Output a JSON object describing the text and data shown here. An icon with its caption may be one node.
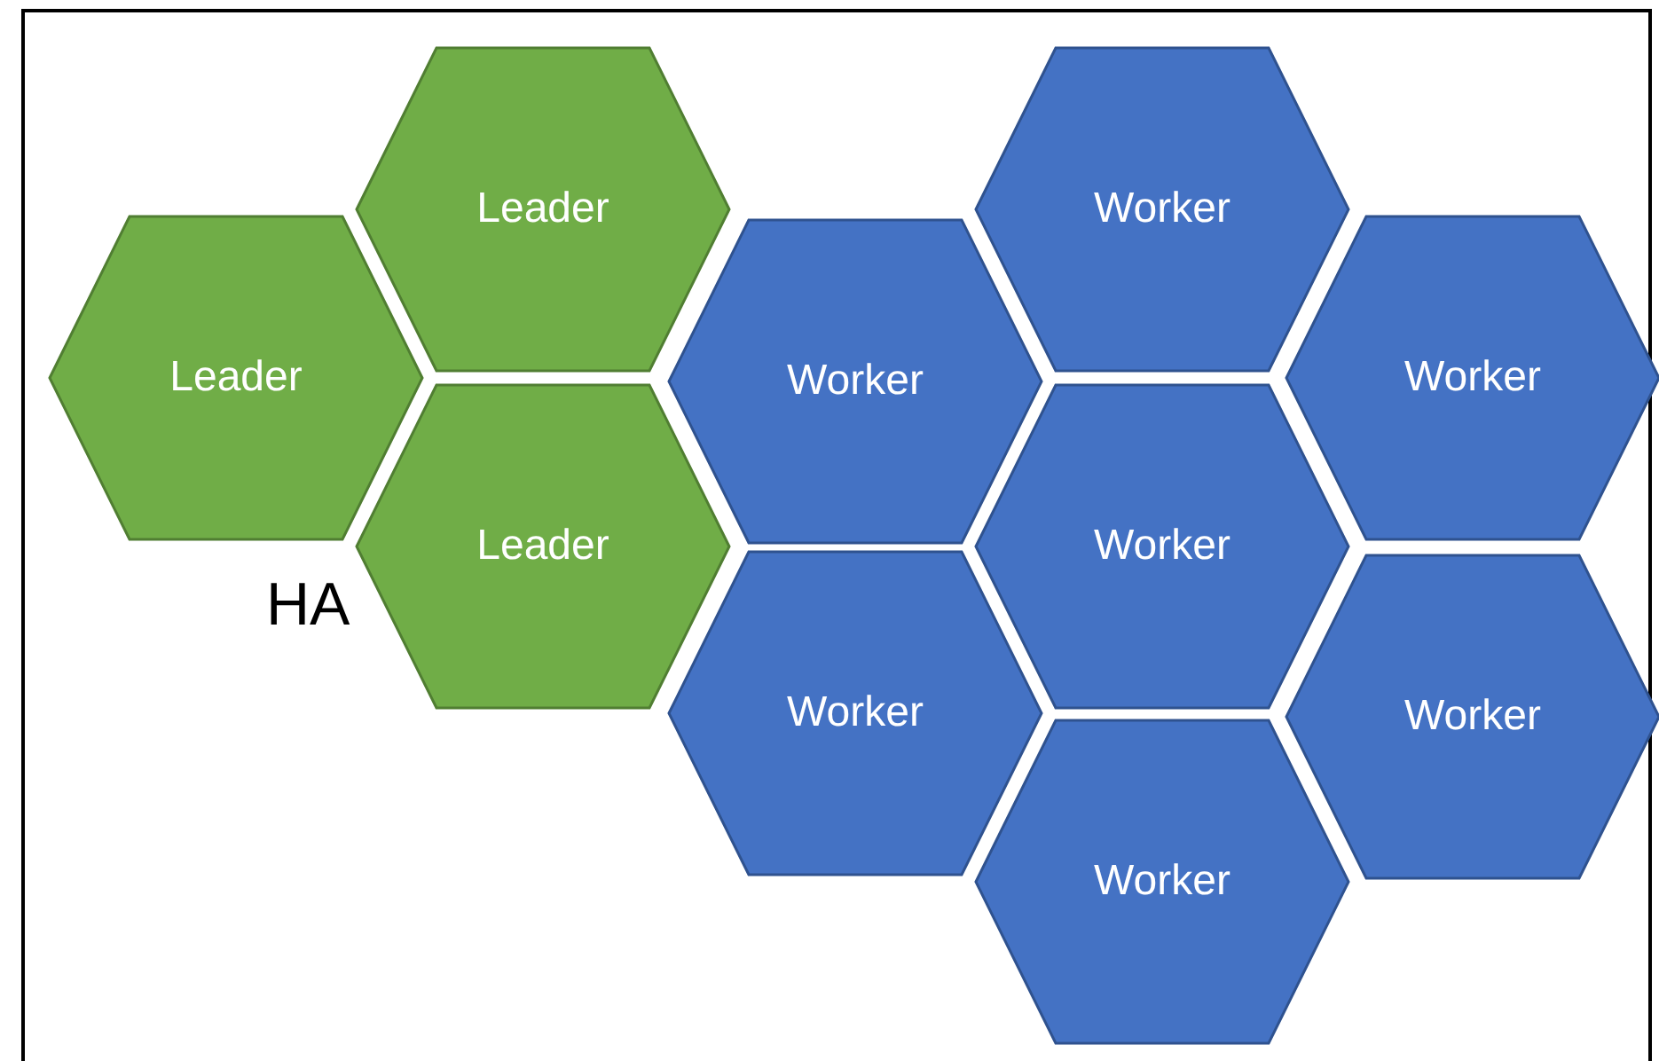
{
  "diagram": {
    "nodes": [
      {
        "text": [
          "Leader"
        ]
      },
      {
        "text": [
          "Leader"
        ]
      },
      {
        "text": [
          "Leader"
        ]
      },
      {
        "text": [
          "Worker"
        ]
      },
      {
        "text": [
          "Worker"
        ]
      },
      {
        "text": [
          "Worker"
        ]
      },
      {
        "text": [
          "Worker"
        ]
      },
      {
        "text": [
          "Worker"
        ]
      },
      {
        "text": [
          "Worker"
        ]
      },
      {
        "text": [
          "Worker"
        ]
      }
    ],
    "labels": [
      "HA"
    ]
  }
}
